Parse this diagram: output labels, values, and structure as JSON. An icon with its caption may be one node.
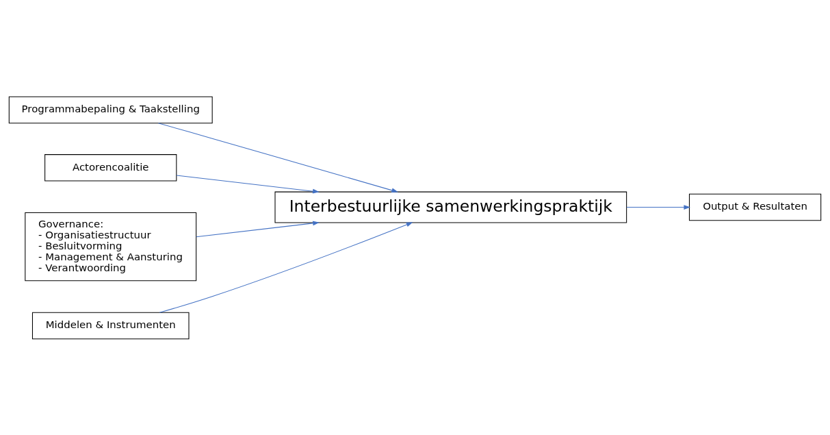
{
  "diagram": {
    "nodes": [
      {
        "text": [
          "Programmabepaling & Taakstelling"
        ]
      },
      {
        "text": [
          "Actorencoalitie"
        ]
      },
      {
        "text": [
          "Governance:",
          "- Organisatiestructuur",
          "- Besluitvorming",
          "- Management & Aansturing",
          "- Verantwoording"
        ]
      },
      {
        "text": [
          "Middelen & Instrumenten"
        ]
      },
      {
        "text": [
          "Interbestuurlijke samenwerkingspraktijk"
        ]
      },
      {
        "text": [
          "Output & Resultaten"
        ]
      }
    ],
    "edges": [
      {
        "from": 0,
        "to": 4,
        "arrow": "to"
      },
      {
        "from": 1,
        "to": 4,
        "arrow": "to"
      },
      {
        "from": 2,
        "to": 4,
        "arrow": "to"
      },
      {
        "from": 3,
        "to": 4,
        "arrow": "to"
      },
      {
        "from": 4,
        "to": 5,
        "arrow": "to"
      }
    ]
  }
}
